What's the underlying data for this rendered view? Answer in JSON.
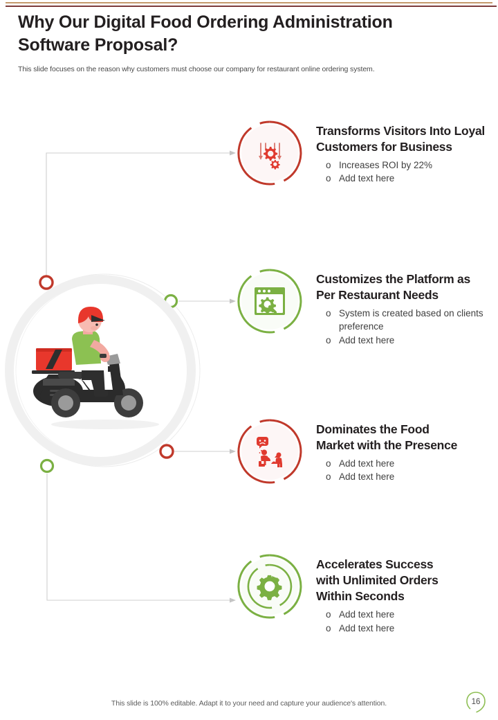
{
  "header": {
    "title_line1": "Why Our Digital Food Ordering Administration",
    "title_line2": "Software Proposal?",
    "subtitle": "This slide focuses on the reason why customers must choose our company for restaurant online ordering system."
  },
  "colors": {
    "red": "#c0392b",
    "red_dark": "#b7312c",
    "green": "#7bb043",
    "green_dark": "#6ea33a",
    "title_text": "#231f20",
    "body_text": "#3f3f3f",
    "ring_grey": "#f0f0f0",
    "connector_grey": "#c9c9c9",
    "rule_tan": "#c49a6c",
    "rule_maroon": "#7c3b3b"
  },
  "illustration": {
    "name": "delivery-scooter-illustration",
    "helmet_color": "#e8372c",
    "shirt_color": "#8cc152",
    "box_color": "#e8372c",
    "scooter_color": "#2e2e2e"
  },
  "markers": [
    {
      "name": "marker-top-left",
      "color": "red"
    },
    {
      "name": "marker-right-upper",
      "color": "green"
    },
    {
      "name": "marker-right-lower",
      "color": "red"
    },
    {
      "name": "marker-bottom-left",
      "color": "green"
    }
  ],
  "items": [
    {
      "id": "transforms-visitors",
      "color": "red",
      "icon": "gears-funnel-icon",
      "title_line1": "Transforms Visitors Into Loyal",
      "title_line2": "Customers for Business",
      "bullets": [
        "Increases  ROI by 22%",
        "Add text here"
      ],
      "bullet_mark": "o"
    },
    {
      "id": "customizes-platform",
      "color": "green",
      "icon": "browser-settings-icon",
      "title_line1": "Customizes the Platform as",
      "title_line2": "Per Restaurant Needs",
      "bullets": [
        "System  is created based on clients preference",
        "Add text here"
      ],
      "bullet_mark": "o"
    },
    {
      "id": "dominates-food-market",
      "color": "red",
      "icon": "people-feedback-icon",
      "title_line1": "Dominates the Food",
      "title_line2": "Market with  the Presence",
      "bullets": [
        "Add text here",
        "Add text here"
      ],
      "bullet_mark": "o"
    },
    {
      "id": "accelerates-success",
      "color": "green",
      "icon": "gear-refresh-icon",
      "title_line1": "Accelerates Success",
      "title_line2": "with Unlimited Orders",
      "title_line3": "Within Seconds",
      "bullets": [
        "Add text here",
        "Add text here"
      ],
      "bullet_mark": "o"
    }
  ],
  "footer": {
    "note": "This slide is 100% editable. Adapt it to your need and capture your audience's attention.",
    "page_number": "16"
  }
}
